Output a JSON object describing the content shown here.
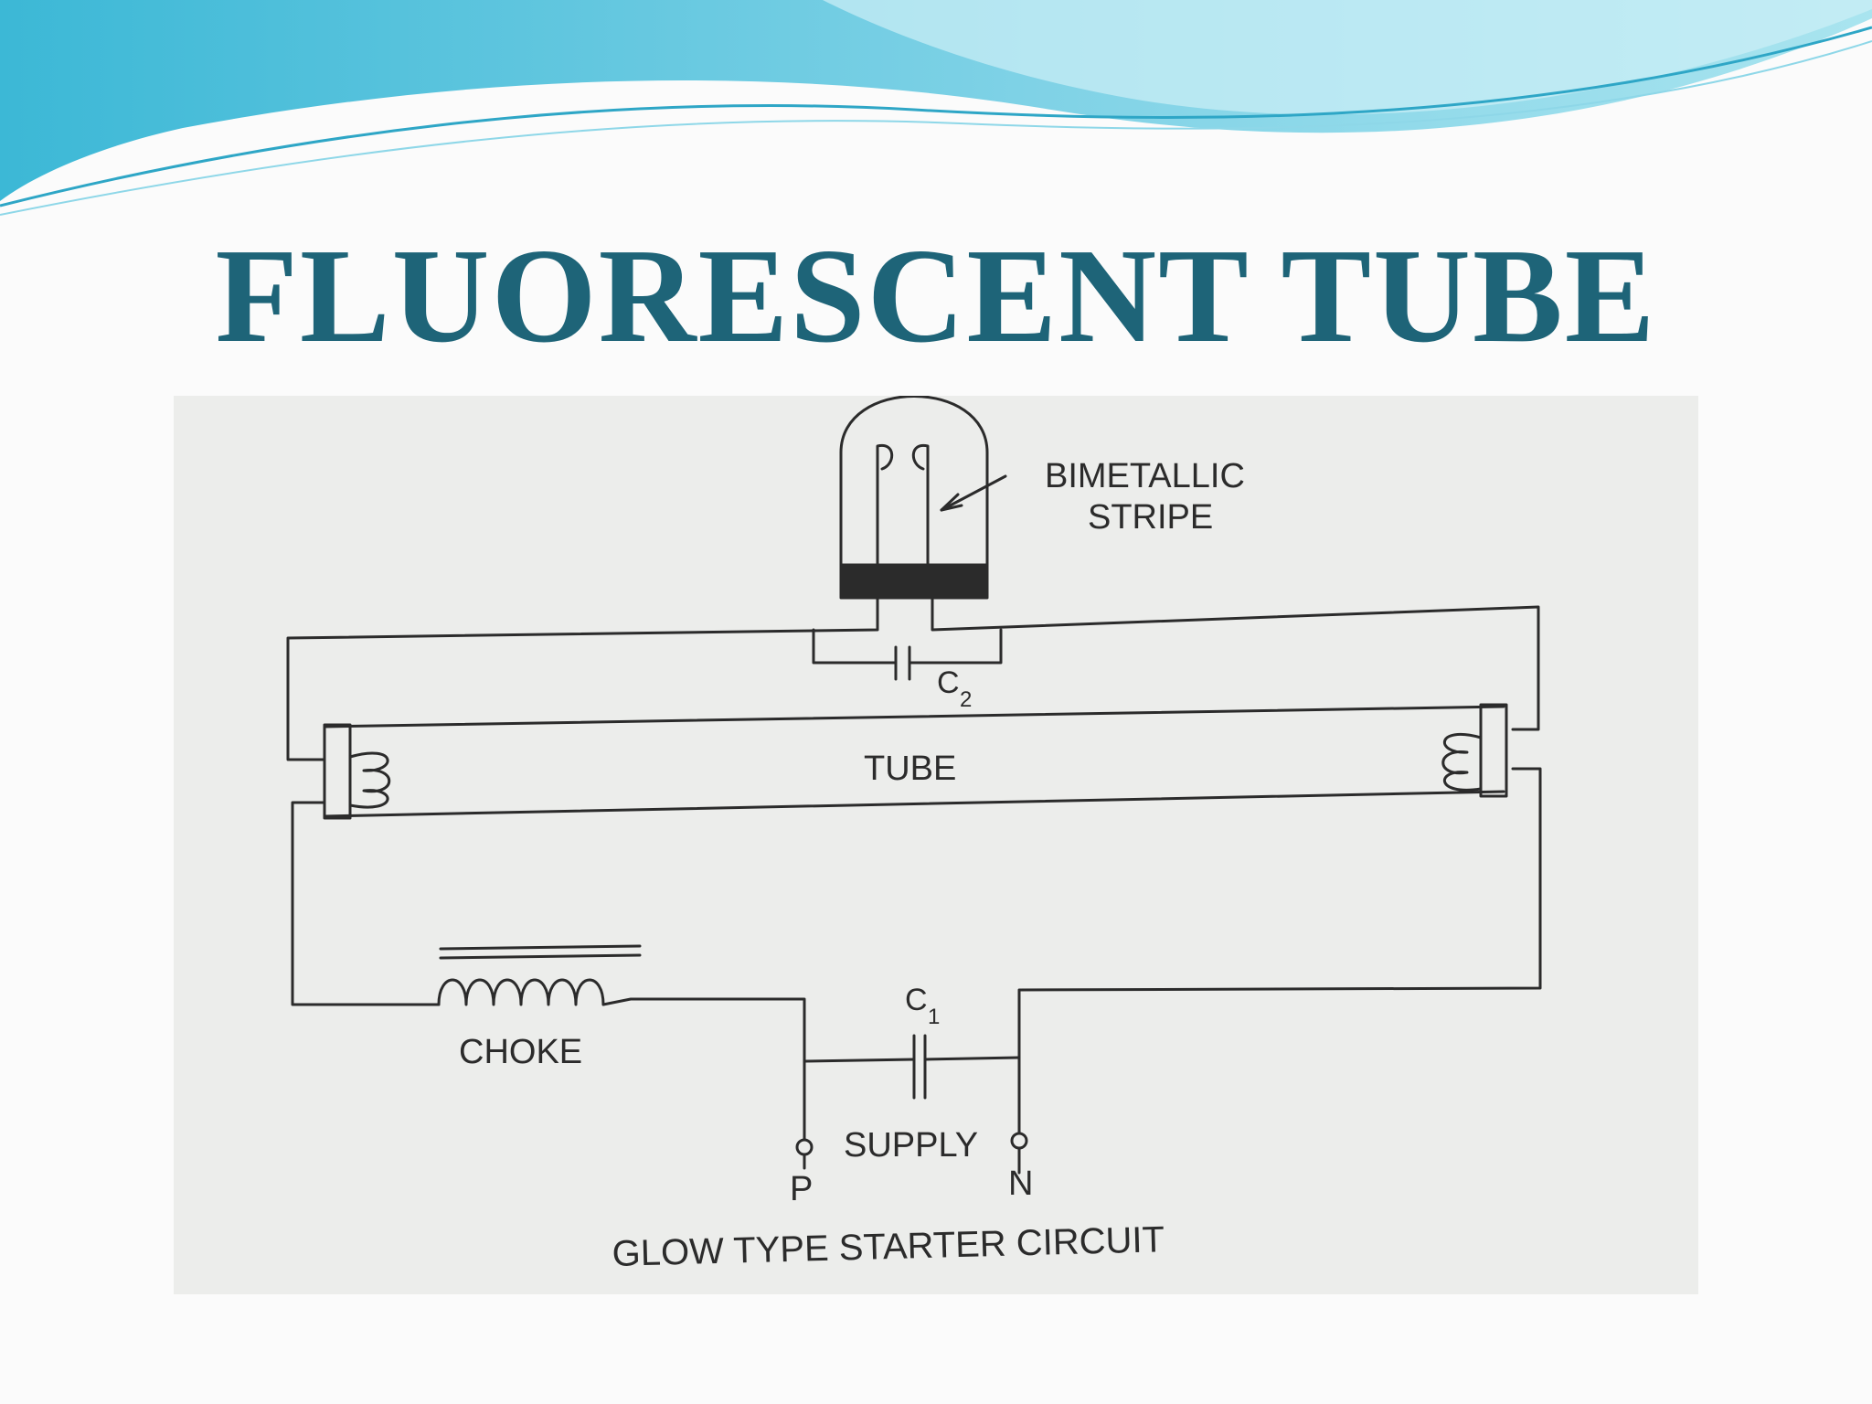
{
  "slide": {
    "title": "FLUORESCENT TUBE",
    "colors": {
      "title": "#1e6478",
      "wave_dark": "#3cb8d6",
      "wave_light": "#a9e4ef",
      "figure_bg": "#ecedeb",
      "ink": "#2b2b2b"
    }
  },
  "diagram": {
    "bimetallic_label_line1": "BIMETALLIC",
    "bimetallic_label_line2": "STRIPE",
    "capacitor2_label": "C",
    "capacitor2_sub": "2",
    "tube_label": "TUBE",
    "choke_label": "CHOKE",
    "capacitor1_label": "C",
    "capacitor1_sub": "1",
    "supply_label": "SUPPLY",
    "phase_label": "P",
    "neutral_label": "N",
    "caption": "GLOW TYPE STARTER CIRCUIT"
  }
}
